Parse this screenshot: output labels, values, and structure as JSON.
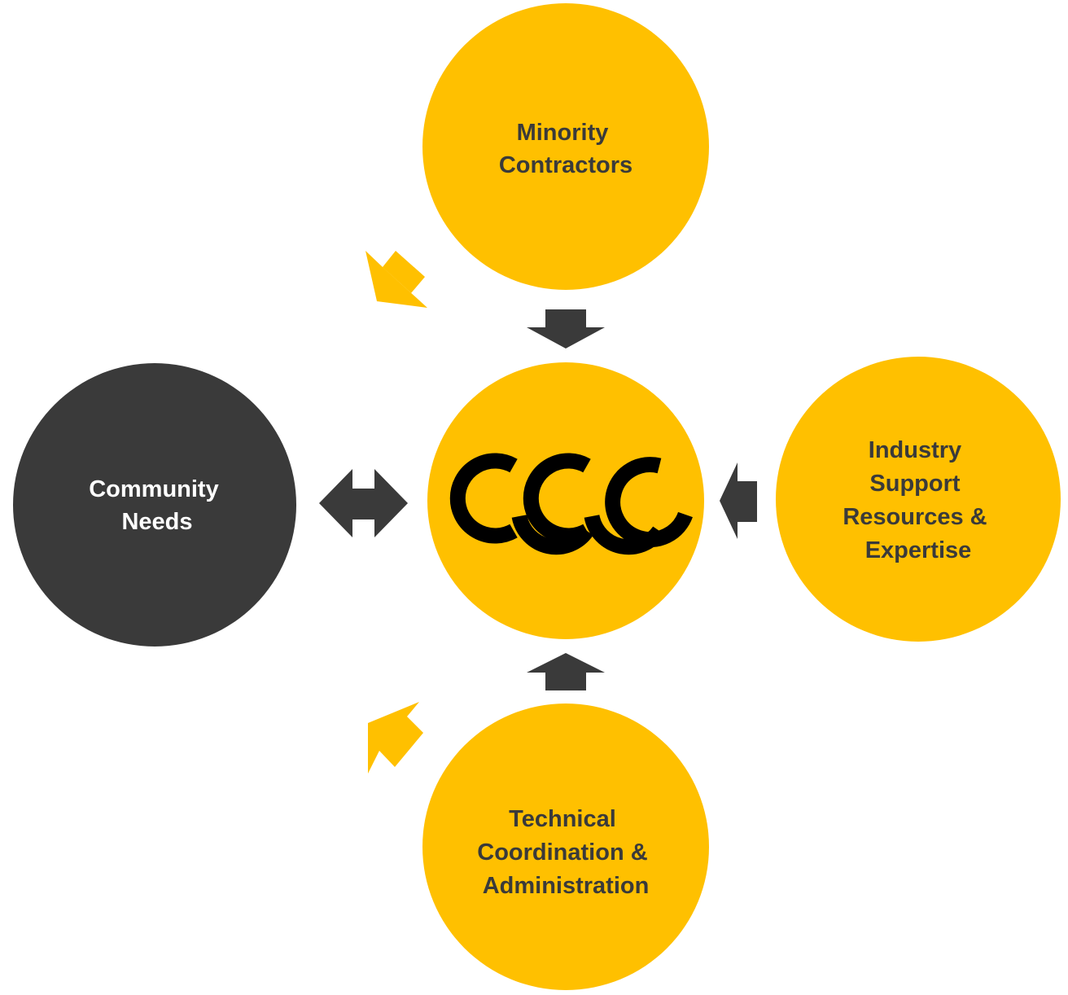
{
  "colors": {
    "gold": "#FFC000",
    "dark": "#3A3A3A",
    "label_dark": "#3A3A3A",
    "label_light": "#FFFFFF",
    "logo": "#000000"
  },
  "center": {
    "logo_text": "CCC",
    "logo_icon": "ccc-logo-icon"
  },
  "nodes": {
    "top": {
      "lines": [
        "Minority",
        "Contractors"
      ]
    },
    "right": {
      "lines": [
        "Industry",
        "Support",
        "Resources &",
        "Expertise"
      ]
    },
    "bottom": {
      "lines": [
        "Technical",
        "Coordination &",
        "Administration"
      ]
    },
    "left": {
      "lines": [
        "Community",
        "Needs"
      ]
    }
  },
  "arrows": {
    "top_to_center": "down-arrow-icon",
    "right_to_center": "left-arrow-icon",
    "bottom_to_center": "up-arrow-icon",
    "left_center_both": "left-right-arrow-icon",
    "top_to_left": "diagonal-arrow-icon",
    "bottom_to_left": "diagonal-arrow-icon"
  }
}
